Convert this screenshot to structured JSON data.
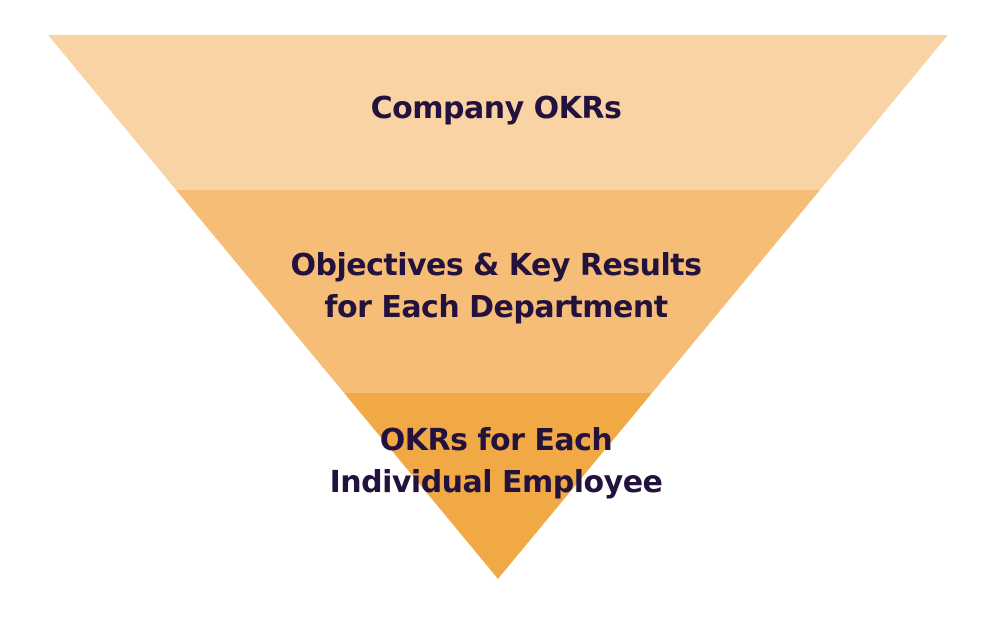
{
  "colors": {
    "tier_top": "#f9d3a3",
    "tier_middle": "#f5bd75",
    "tier_bottom": "#f1a945",
    "text": "#22123d",
    "background": "#ffffff"
  },
  "tiers": [
    {
      "lines": [
        "Company OKRs"
      ]
    },
    {
      "lines": [
        "Objectives & Key Results",
        "for Each Department"
      ]
    },
    {
      "lines": [
        "OKRs for Each",
        "Individual Employee"
      ]
    }
  ]
}
